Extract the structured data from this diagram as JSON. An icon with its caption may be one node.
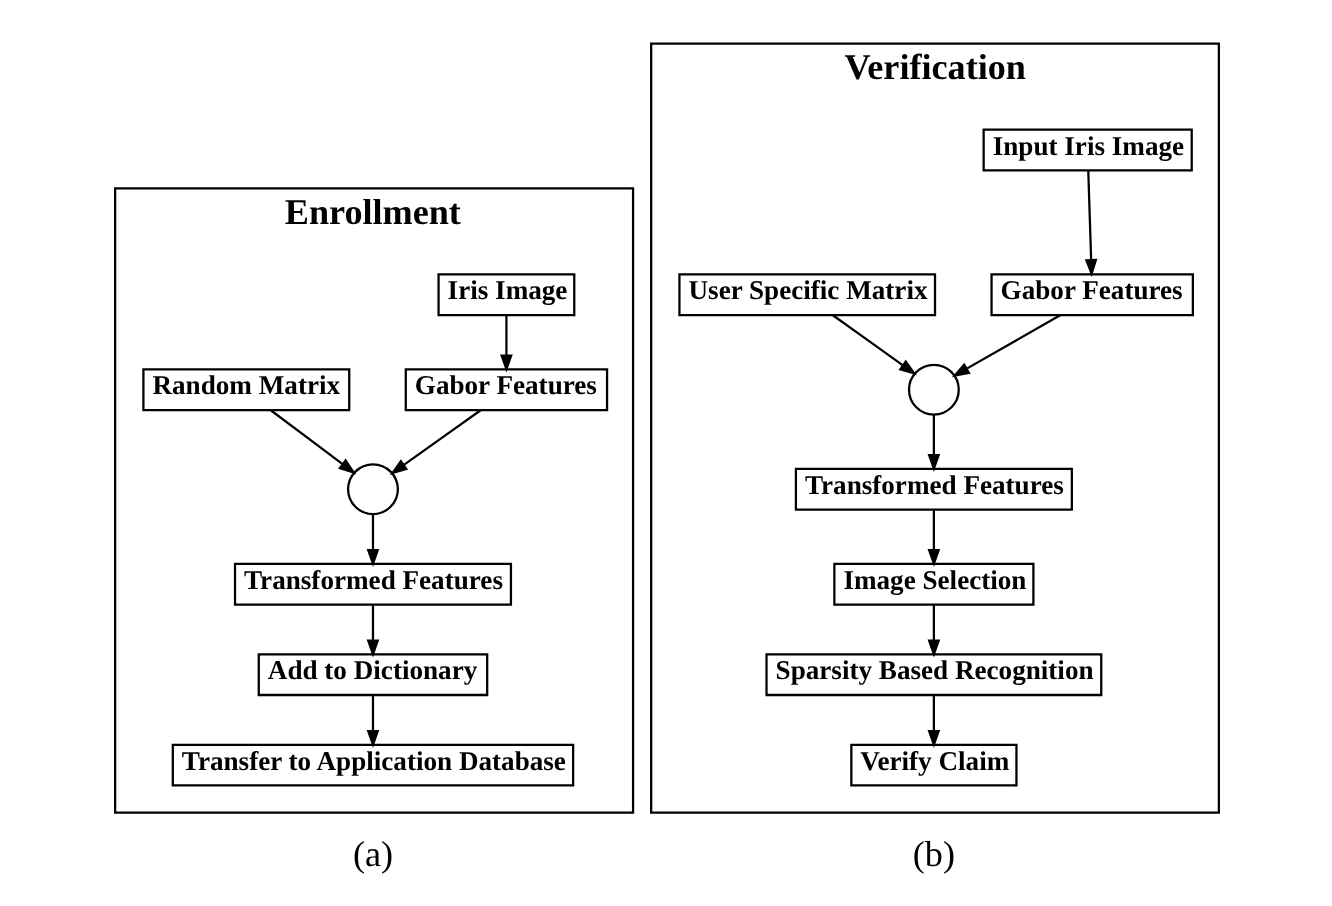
{
  "diagram": {
    "nodes": [
      {
        "text": [
          "Enrollment"
        ]
      },
      {
        "text": [
          "Iris Image"
        ],
        "in": 0
      },
      {
        "text": [
          "Gabor Features"
        ],
        "in": 0
      },
      {
        "text": [
          "Random Matrix"
        ],
        "in": 0
      },
      {
        "text": [],
        "shape": "circle",
        "in": 0
      },
      {
        "text": [
          "Transformed Features"
        ],
        "in": 0
      },
      {
        "text": [
          "Add to Dictionary"
        ],
        "in": 0
      },
      {
        "text": [
          "Transfer to Application Database"
        ],
        "in": 0
      },
      {
        "text": [
          "Verification"
        ]
      },
      {
        "text": [
          "Input Iris Image"
        ],
        "in": 8
      },
      {
        "text": [
          "Gabor Features"
        ],
        "in": 8
      },
      {
        "text": [
          "User Specific Matrix"
        ],
        "in": 8
      },
      {
        "text": [],
        "shape": "circle",
        "in": 8
      },
      {
        "text": [
          "Transformed Features"
        ],
        "in": 8
      },
      {
        "text": [
          "Image Selection"
        ],
        "in": 8
      },
      {
        "text": [
          "Sparsity Based Recognition"
        ],
        "in": 8
      },
      {
        "text": [
          "Verify Claim"
        ],
        "in": 8
      }
    ],
    "edges": [
      {
        "from": 1,
        "to": 2,
        "arrow": "to"
      },
      {
        "from": 2,
        "to": 4,
        "arrow": "to"
      },
      {
        "from": 3,
        "to": 4,
        "arrow": "to"
      },
      {
        "from": 4,
        "to": 5,
        "arrow": "to"
      },
      {
        "from": 5,
        "to": 6,
        "arrow": "to"
      },
      {
        "from": 6,
        "to": 7,
        "arrow": "to"
      },
      {
        "from": 9,
        "to": 10,
        "arrow": "to"
      },
      {
        "from": 10,
        "to": 12,
        "arrow": "to"
      },
      {
        "from": 11,
        "to": 12,
        "arrow": "to"
      },
      {
        "from": 12,
        "to": 13,
        "arrow": "to"
      },
      {
        "from": 13,
        "to": 14,
        "arrow": "to"
      },
      {
        "from": 14,
        "to": 15,
        "arrow": "to"
      },
      {
        "from": 15,
        "to": 16,
        "arrow": "to"
      }
    ],
    "labels": [
      "(a)",
      "(b)"
    ]
  }
}
